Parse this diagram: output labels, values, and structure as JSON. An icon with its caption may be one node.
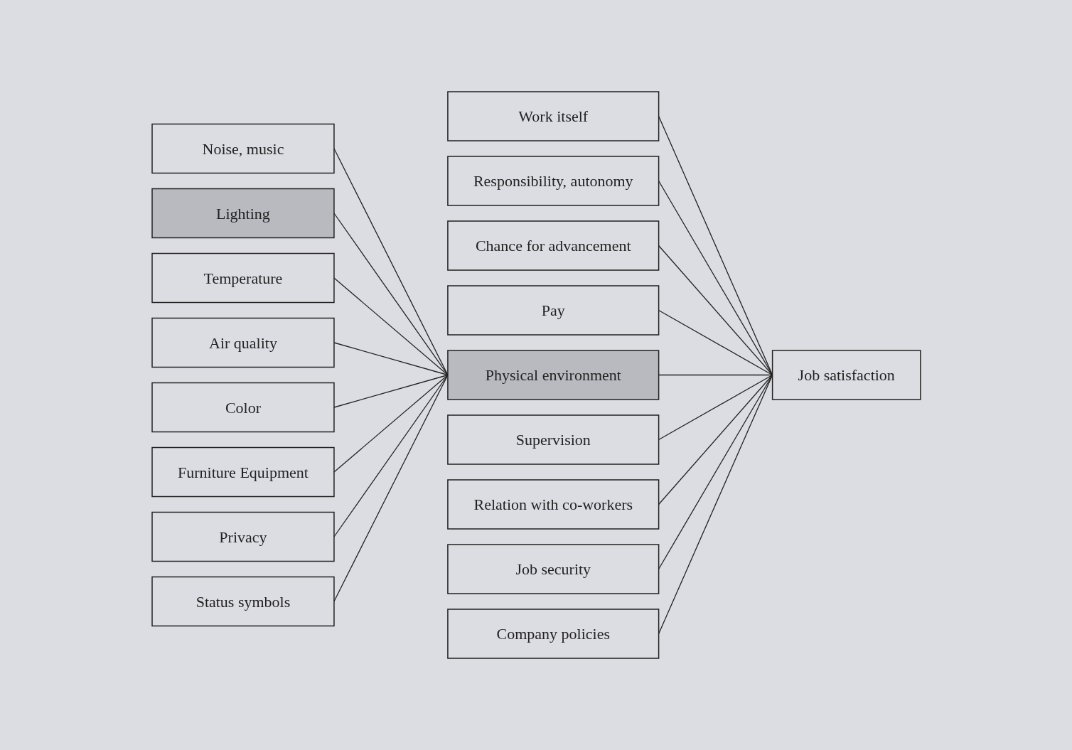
{
  "diagram": {
    "nodes": [
      {
        "text": [
          "Noise, music"
        ]
      },
      {
        "text": [
          "Lighting"
        ]
      },
      {
        "text": [
          "Temperature"
        ]
      },
      {
        "text": [
          "Air quality"
        ]
      },
      {
        "text": [
          "Color"
        ]
      },
      {
        "text": [
          "Furniture Equipment"
        ]
      },
      {
        "text": [
          "Privacy"
        ]
      },
      {
        "text": [
          "Status symbols"
        ]
      },
      {
        "text": [
          "Work itself"
        ]
      },
      {
        "text": [
          "Responsibility, autonomy"
        ]
      },
      {
        "text": [
          "Chance for advancement"
        ]
      },
      {
        "text": [
          "Pay"
        ]
      },
      {
        "text": [
          "Physical environment"
        ]
      },
      {
        "text": [
          "Supervision"
        ]
      },
      {
        "text": [
          "Relation with co-workers"
        ]
      },
      {
        "text": [
          "Job security"
        ]
      },
      {
        "text": [
          "Company policies"
        ]
      },
      {
        "text": [
          "Job satisfaction"
        ]
      }
    ],
    "edges": [
      {
        "from": 0,
        "to": 12,
        "arrow": "none"
      },
      {
        "from": 1,
        "to": 12,
        "arrow": "none"
      },
      {
        "from": 2,
        "to": 12,
        "arrow": "none"
      },
      {
        "from": 3,
        "to": 12,
        "arrow": "none"
      },
      {
        "from": 4,
        "to": 12,
        "arrow": "none"
      },
      {
        "from": 5,
        "to": 12,
        "arrow": "none"
      },
      {
        "from": 6,
        "to": 12,
        "arrow": "none"
      },
      {
        "from": 7,
        "to": 12,
        "arrow": "none"
      },
      {
        "from": 8,
        "to": 17,
        "arrow": "none"
      },
      {
        "from": 9,
        "to": 17,
        "arrow": "none"
      },
      {
        "from": 10,
        "to": 17,
        "arrow": "none"
      },
      {
        "from": 11,
        "to": 17,
        "arrow": "none"
      },
      {
        "from": 12,
        "to": 17,
        "arrow": "none"
      },
      {
        "from": 13,
        "to": 17,
        "arrow": "none"
      },
      {
        "from": 14,
        "to": 17,
        "arrow": "none"
      },
      {
        "from": 15,
        "to": 17,
        "arrow": "none"
      },
      {
        "from": 16,
        "to": 17,
        "arrow": "none"
      }
    ]
  }
}
